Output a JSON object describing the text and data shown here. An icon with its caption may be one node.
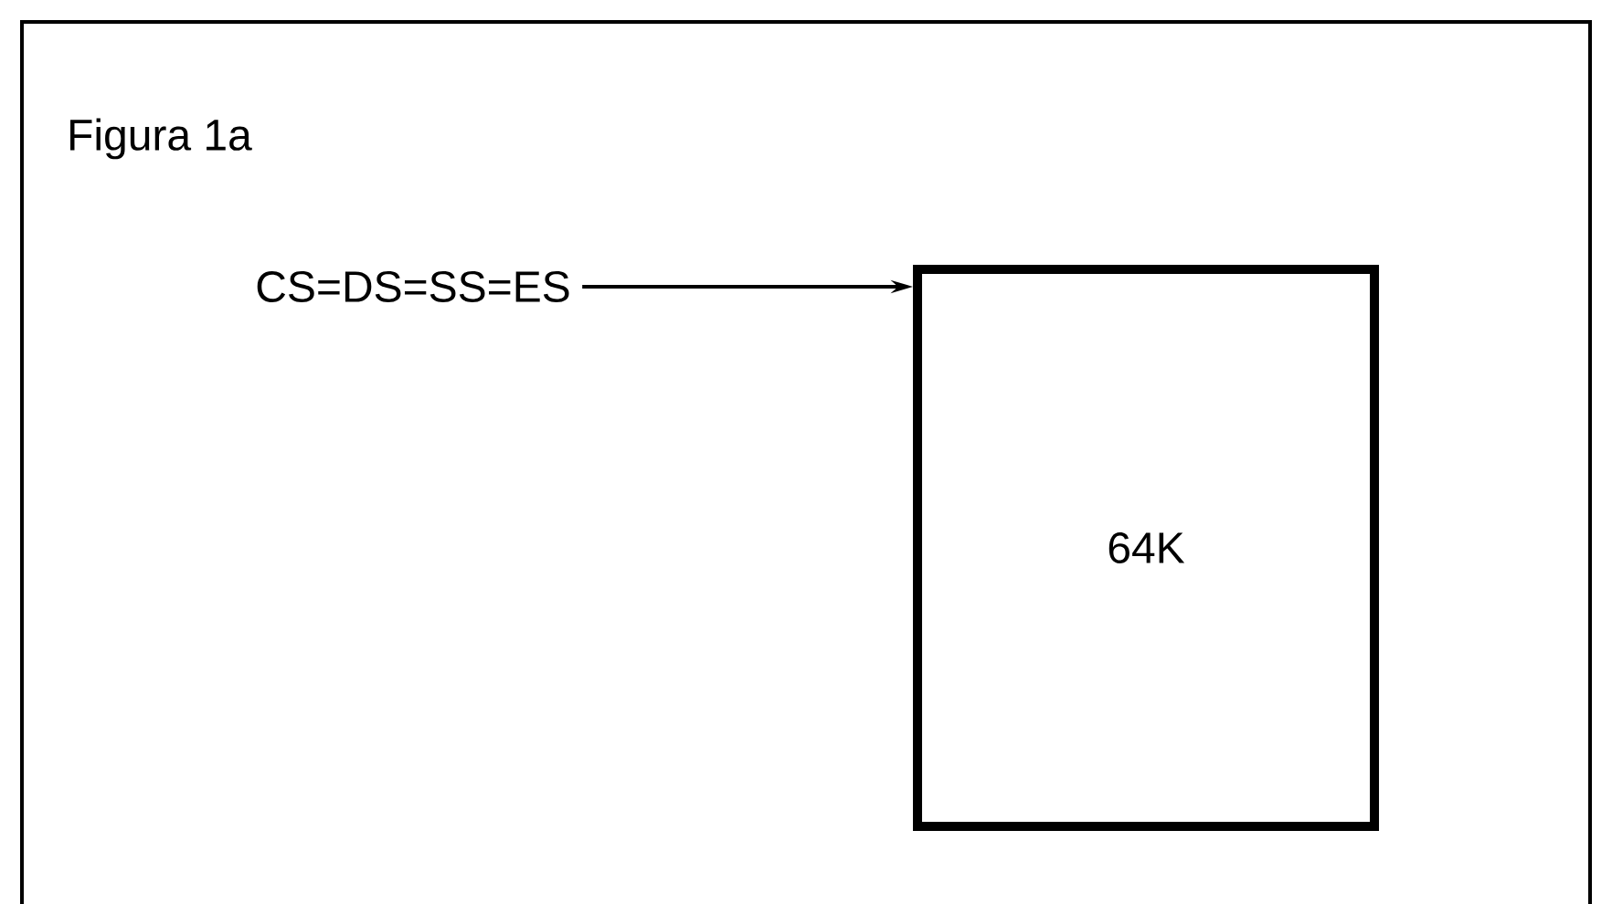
{
  "diagram": {
    "title": "Figura 1a",
    "nodes": [
      {
        "text": [
          "CS=DS=SS=ES"
        ]
      },
      {
        "text": [
          "64K"
        ]
      }
    ],
    "edges": [
      {
        "from": 0,
        "to": 1,
        "arrow": "to"
      }
    ]
  }
}
